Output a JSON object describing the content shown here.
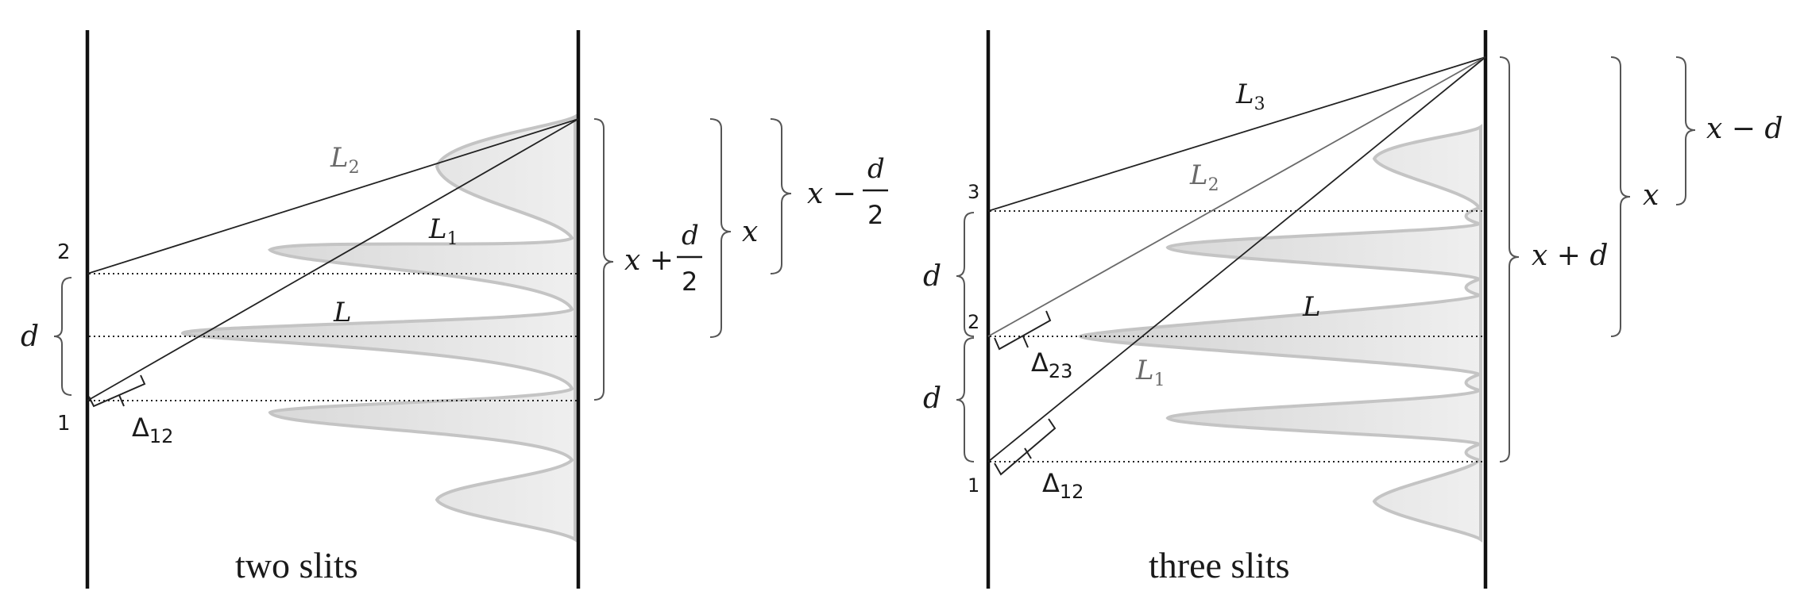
{
  "colors": {
    "pattern_fill": "#e6e6e6",
    "pattern_stroke": "#c4c4c4",
    "ink": "#1a1a1a",
    "ray_grey": "#6a6a6a"
  },
  "left_panel": {
    "caption": "two slits",
    "slit_top": "2",
    "slit_bottom": "1",
    "d": "d",
    "L": "L",
    "L1": "L",
    "L1_sub": "1",
    "L2": "L",
    "L2_sub": "2",
    "delta": "Δ",
    "delta_sub": "12",
    "x_plus": "x +",
    "x": "x",
    "x_minus": "x −",
    "frac_num": "d",
    "frac_den": "2"
  },
  "right_panel": {
    "caption": "three slits",
    "slit_top": "3",
    "slit_mid": "2",
    "slit_bottom": "1",
    "d_upper": "d",
    "d_lower": "d",
    "L": "L",
    "L1": "L",
    "L1_sub": "1",
    "L2": "L",
    "L2_sub": "2",
    "L3": "L",
    "L3_sub": "3",
    "delta23": "Δ",
    "delta23_sub": "23",
    "delta12": "Δ",
    "delta12_sub": "12",
    "x_plus_d": "x + d",
    "x": "x",
    "x_minus_d": "x − d"
  }
}
